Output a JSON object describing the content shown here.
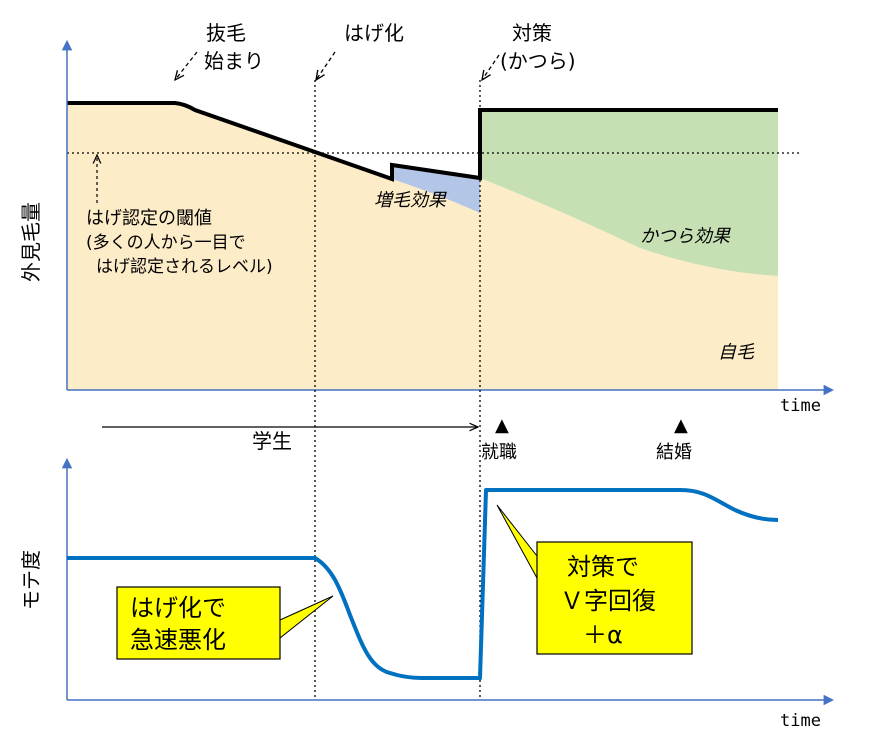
{
  "colors": {
    "hair": "#fdecc8",
    "wig": "#c6e0b4",
    "growth": "#b4c6e7",
    "appearance_line": "#000000",
    "popularity_line": "#0070c0",
    "axis": "#4472c4",
    "callout_fill": "#ffff00"
  },
  "top_chart": {
    "y_label": "外見毛量",
    "x_label": "time",
    "annotations": {
      "hair_loss_start": [
        "抜毛",
        "始まり"
      ],
      "balding": "はげ化",
      "countermeasure": [
        "対策",
        "(かつら)"
      ]
    },
    "threshold_label": "はげ認定の閾値",
    "threshold_note": [
      "(多くの人から一目で",
      "はげ認定されるレベル)"
    ],
    "regions": {
      "growth_effect": "増毛効果",
      "wig_effect": "かつら効果",
      "own_hair": "自毛"
    }
  },
  "timeline": {
    "student": "学生",
    "job": "就職",
    "marriage": "結婚",
    "marker": "▲"
  },
  "bottom_chart": {
    "y_label": "モテ度",
    "x_label": "time",
    "callout_left": [
      "はげ化で",
      "急速悪化"
    ],
    "callout_right": [
      "対策で",
      "Ｖ字回復",
      "＋α"
    ]
  }
}
